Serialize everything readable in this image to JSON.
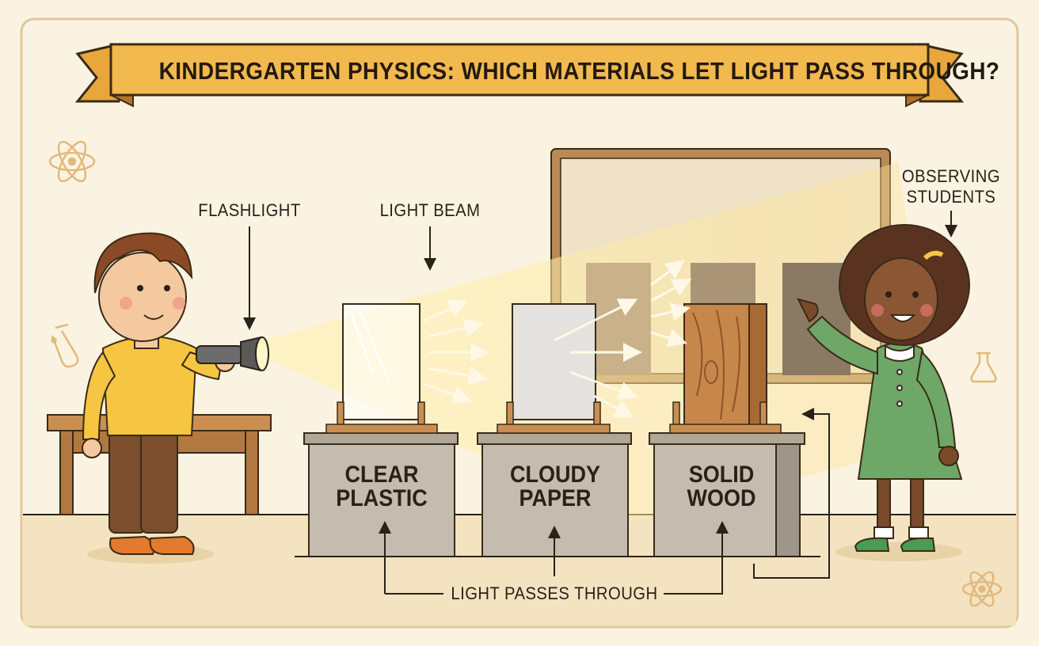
{
  "title": "KINDERGARTEN PHYSICS: WHICH MATERIALS LET LIGHT PASS THROUGH?",
  "labels": {
    "flashlight": "FLASHLIGHT",
    "light_beam": "LIGHT BEAM",
    "observing_line1": "OBSERVING",
    "observing_line2": "STUDENTS",
    "passes_through": "LIGHT PASSES THROUGH"
  },
  "materials": [
    {
      "line1": "CLEAR",
      "line2": "PLASTIC"
    },
    {
      "line1": "CLOUDY",
      "line2": "PAPER"
    },
    {
      "line1": "SOLID",
      "line2": "WOOD"
    }
  ],
  "colors": {
    "background": "#fbf3e2",
    "banner": "#f2b94f",
    "beam": "#fbe29a",
    "box": "#c4bcae",
    "wood": "#c7864a",
    "boy_shirt": "#f6c542",
    "girl_dress": "#6ea767"
  },
  "icons": [
    "atom-icon",
    "test-tube-icon",
    "flask-icon"
  ]
}
